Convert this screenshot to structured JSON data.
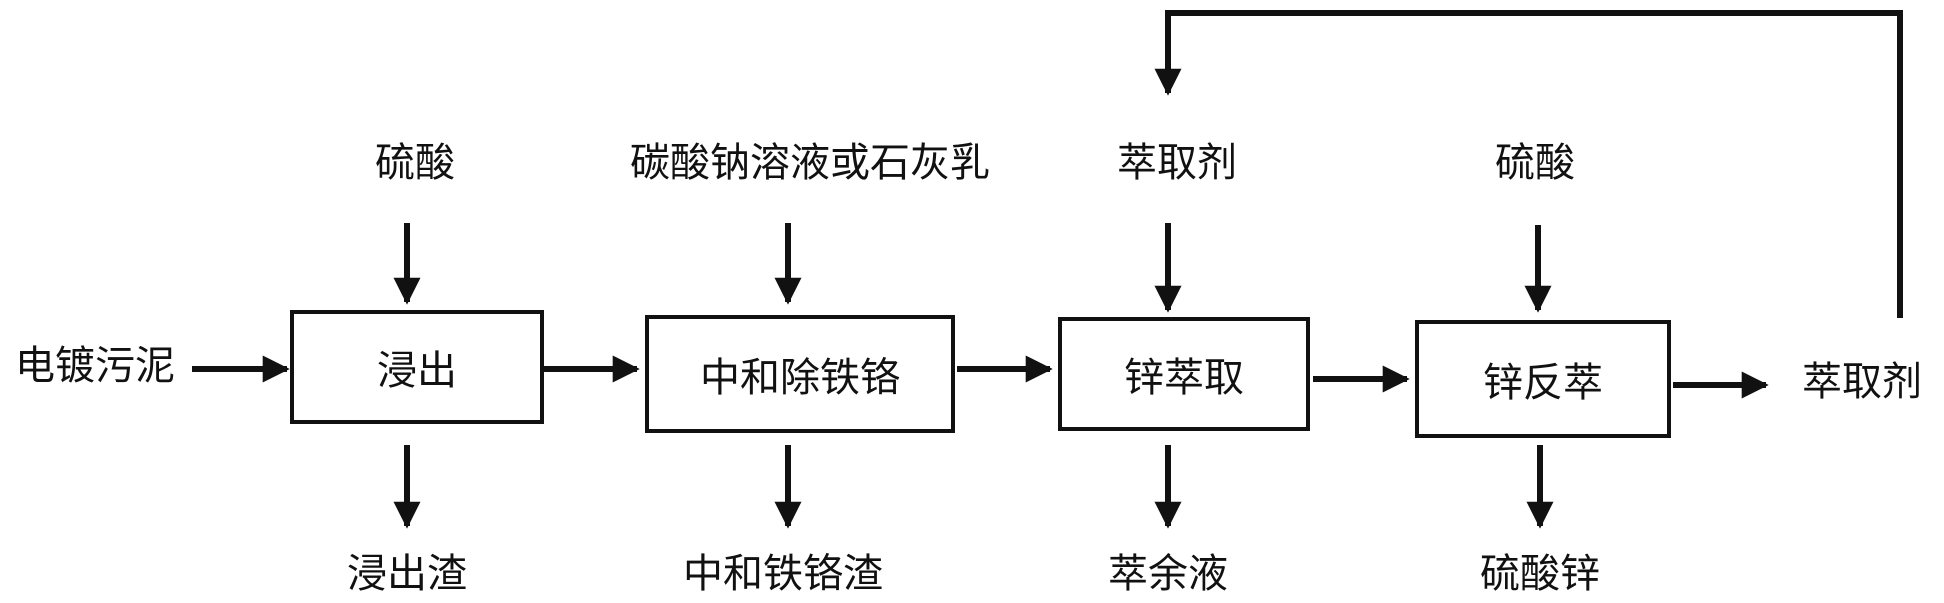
{
  "diagram": {
    "input": "电镀污泥",
    "steps": [
      {
        "name": "浸出",
        "reagent": "硫酸",
        "byproduct": "浸出渣"
      },
      {
        "name": "中和除铁铬",
        "reagent": "碳酸钠溶液或石灰乳",
        "byproduct": "中和铁铬渣"
      },
      {
        "name": "锌萃取",
        "reagent": "萃取剂",
        "byproduct": "萃余液"
      },
      {
        "name": "锌反萃",
        "reagent": "硫酸",
        "byproduct": "硫酸锌"
      }
    ],
    "output": "萃取剂"
  }
}
